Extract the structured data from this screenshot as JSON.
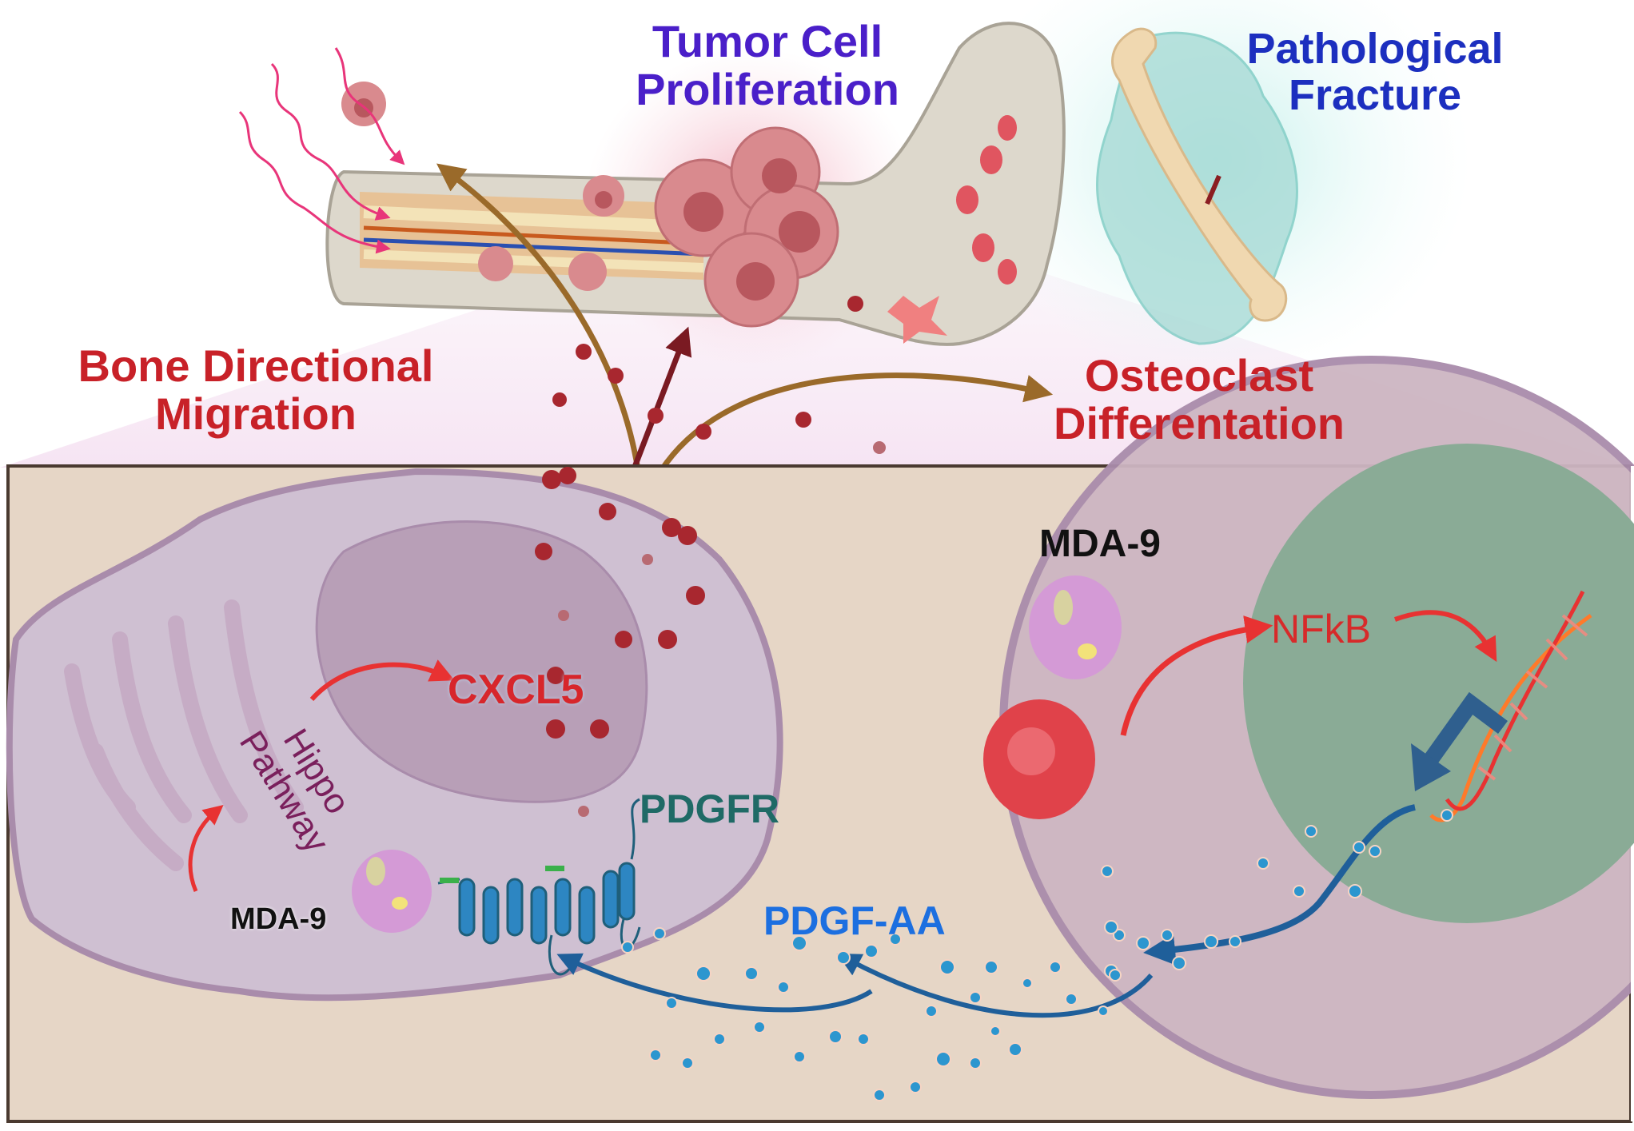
{
  "title": "MDA-9 / PDGF-AA / CXCL5 signaling in bone metastasis",
  "labels": {
    "tumor_proliferation": [
      "Tumor Cell",
      "Proliferation"
    ],
    "pathological_fracture": [
      "Pathological",
      "Fracture"
    ],
    "bone_directional_migration": [
      "Bone Directional",
      "Migration"
    ],
    "osteoclast_differentiation": [
      "Osteoclast",
      "Differentation"
    ],
    "cxcl5": "CXCL5",
    "hippo_pathway": [
      "Hippo",
      "Pathway"
    ],
    "pdgfr": "PDGFR",
    "pdgf_aa": "PDGF-AA",
    "mda9_left": "MDA-9",
    "mda9_right": "MDA-9",
    "nfkb": "NFkB"
  },
  "colors": {
    "tumor_label": "#4a1fc9",
    "fracture_label": "#1c2fbf",
    "outcome_label_red": "#c82128",
    "cxcl5_label": "#d7262b",
    "hippo_label": "#7a1f5c",
    "pdgfr_label": "#1f6a66",
    "pdgfaa_label": "#1c6fe0",
    "nfkb_label": "#d72a2a",
    "panel_background": "#e6d6c6",
    "cell_fill": "#cfc0d2",
    "cell_membrane": "#a98cab",
    "nucleus_fill": "#b89fb7",
    "nucleus_green": "#8aab96",
    "bone_fill": "#ddd8cc",
    "tumor_cell": "#d98a8e",
    "cxcl5_dots": "#a8272f",
    "pdgf_dots": "#2c96cf",
    "arrow_brown": "#9a6a2a",
    "arrow_darkred": "#7a1a22",
    "arrow_red": "#e83232",
    "arrow_blue": "#1f5f9a",
    "mda9_protein": "#d49ad6",
    "partner_protein": "#e0424a",
    "receptor_blue": "#2d86c2"
  }
}
